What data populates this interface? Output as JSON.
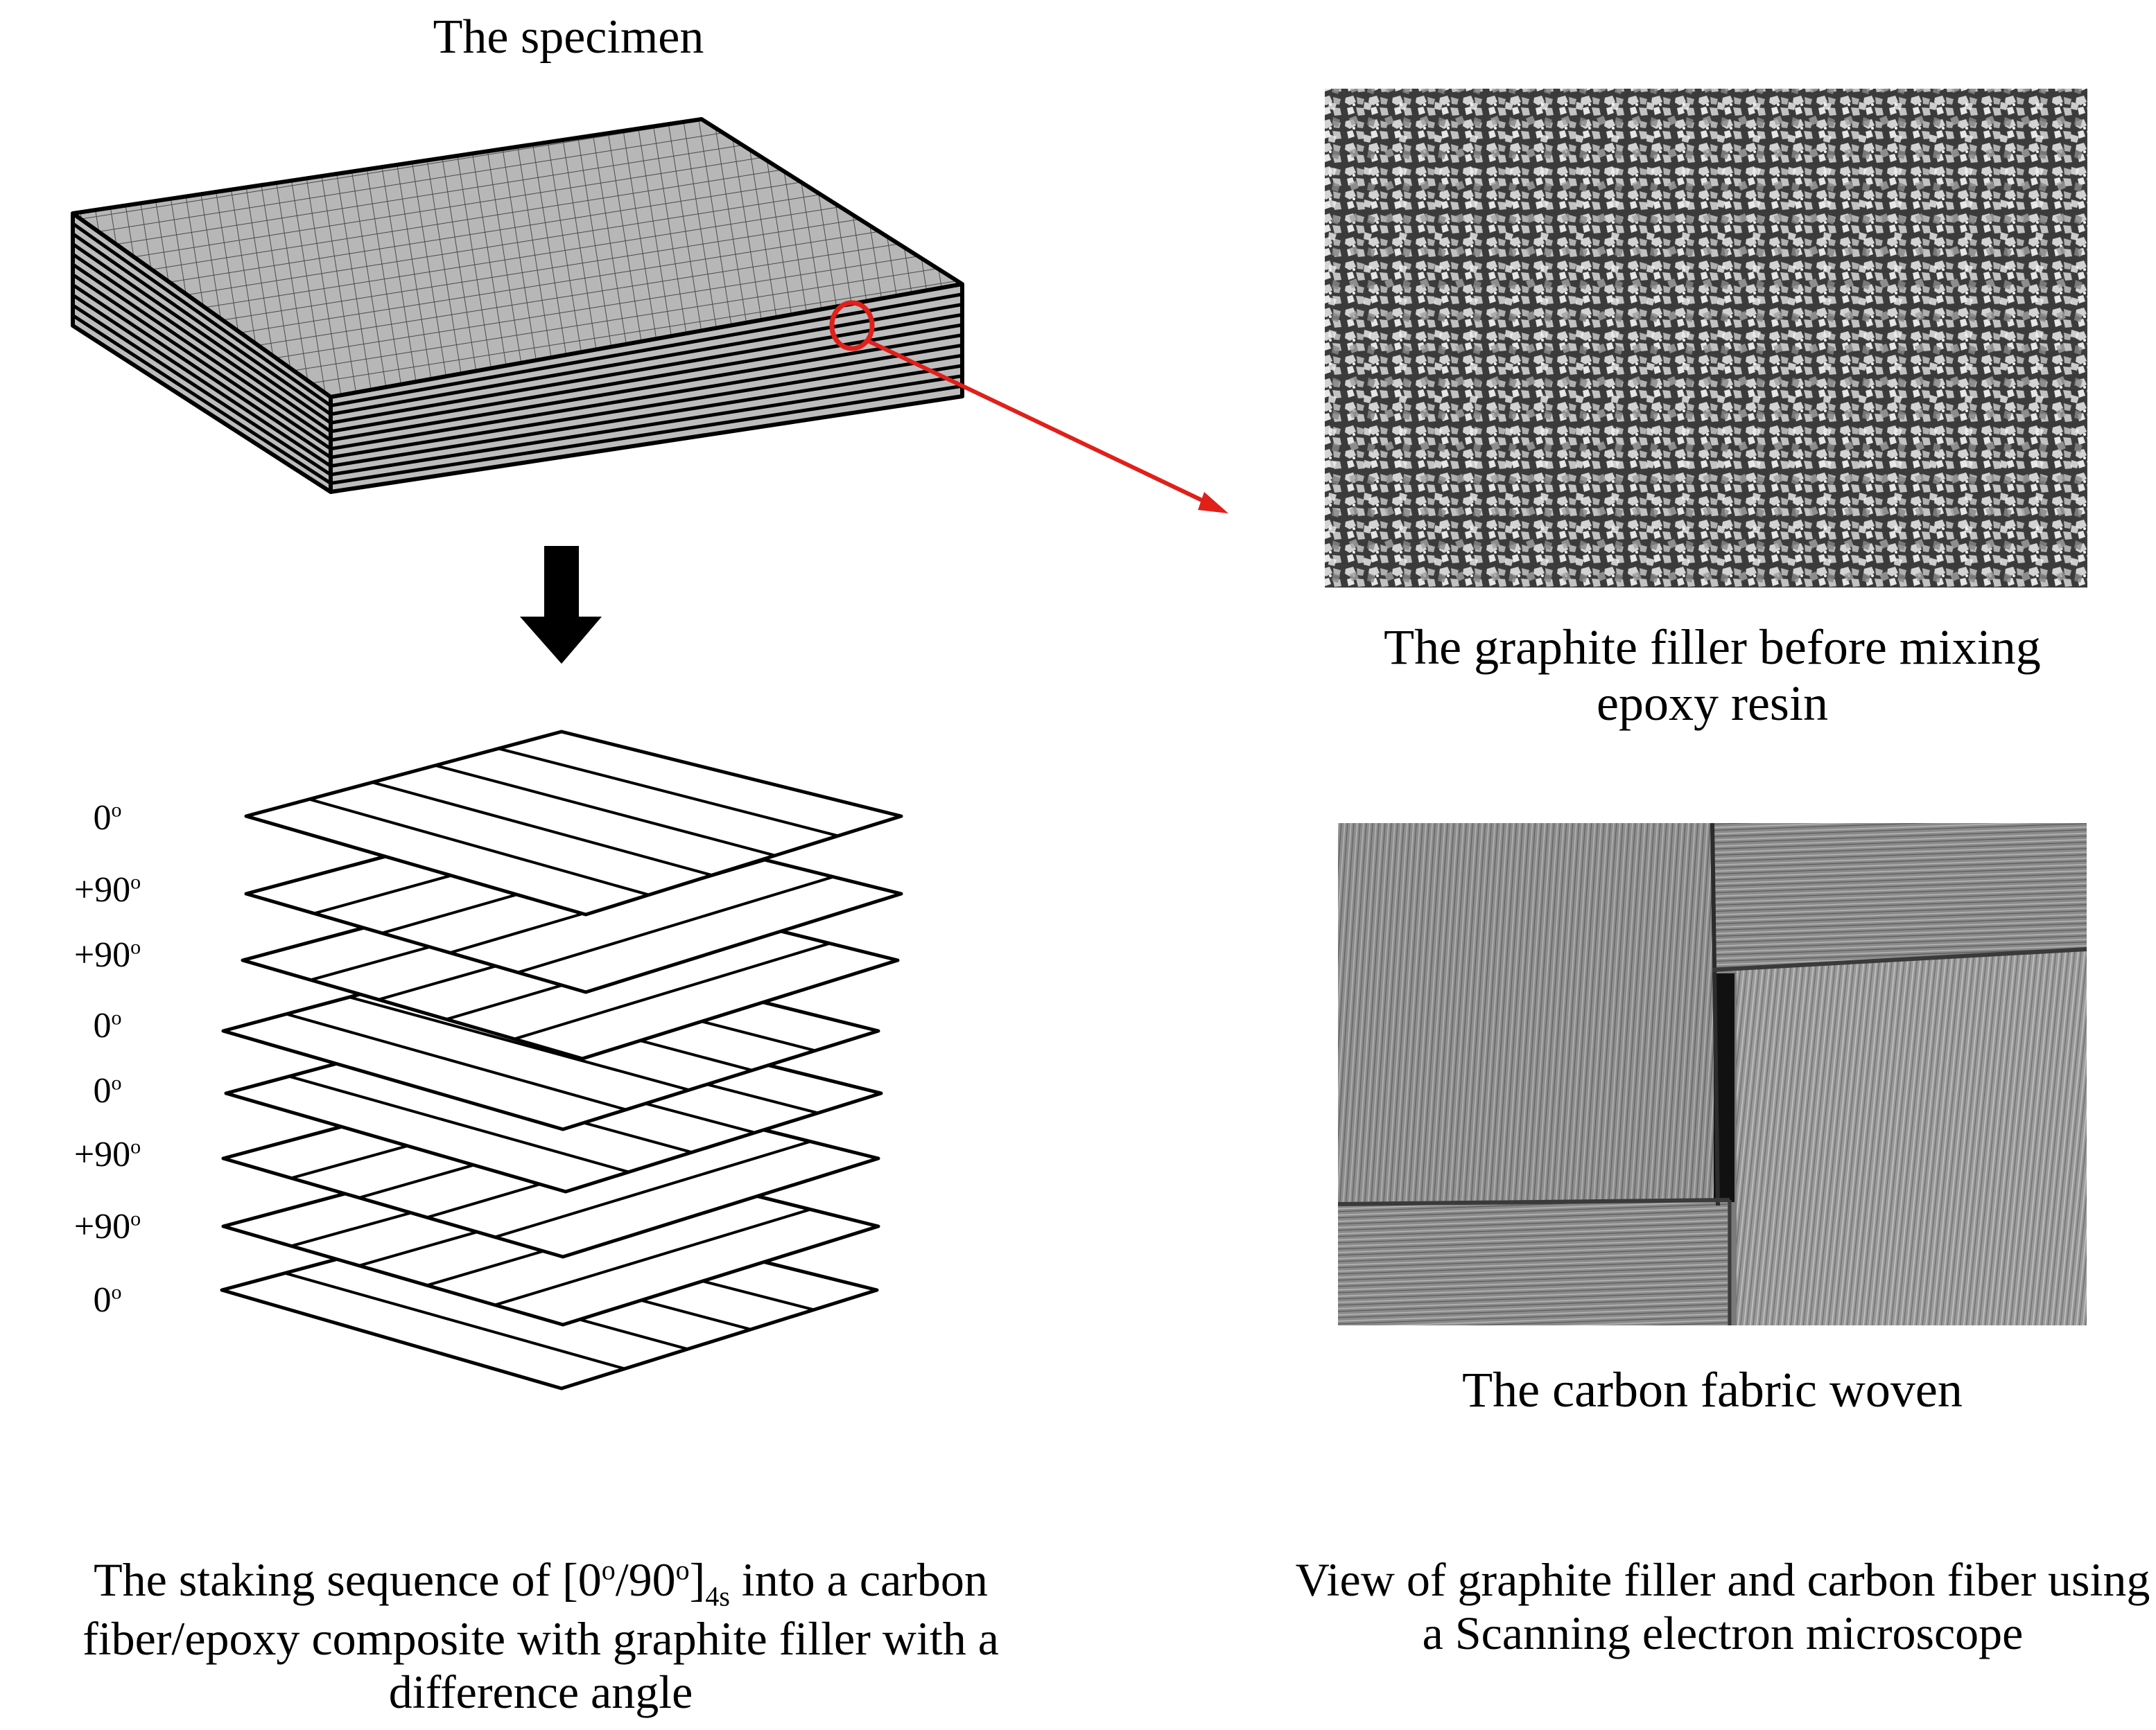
{
  "specimen": {
    "title": "The specimen"
  },
  "stack": {
    "ply_labels": [
      "0",
      "+90",
      "+90",
      "0",
      "0",
      "+90",
      "+90",
      "0"
    ],
    "degree_symbol": "o",
    "caption": {
      "part1": "The staking sequence of [0",
      "deg1": "o",
      "part2": "/90",
      "deg2": "o",
      "part3": "]",
      "sub": "4s",
      "part4": " into a carbon fiber/epoxy composite with graphite filler with a difference angle"
    }
  },
  "sem": {
    "graphite_caption": "The graphite filler before mixing epoxy resin",
    "fabric_caption": "The carbon fabric woven",
    "view_caption": "View of graphite filler and carbon fiber using a Scanning electron microscope"
  },
  "colors": {
    "callout": "#e0201b",
    "laminate_face": "#b9b9b9",
    "arrow": "#000000"
  }
}
